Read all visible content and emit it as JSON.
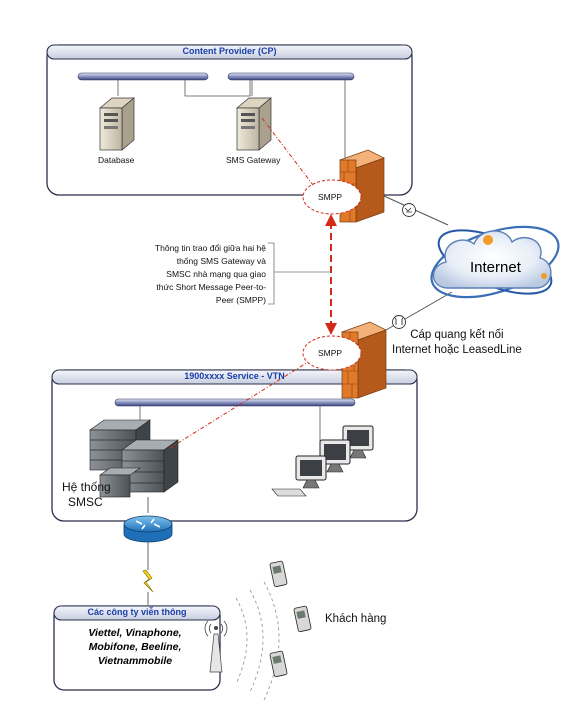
{
  "cp_panel": {
    "title": "Content Provider (CP)"
  },
  "nodes": {
    "database": "Database",
    "sms_gateway": "SMS Gateway",
    "smpp_top": "SMPP",
    "smpp_bottom": "SMPP",
    "internet": "Internet",
    "smsc_line1": "Hệ thống",
    "smsc_line2": "SMSC",
    "customers": "Khách hàng"
  },
  "smpp_note": [
    "Thông tin trao đổi giữa hai hệ",
    "thống SMS Gateway và",
    "SMSC nhà mạng qua giao",
    "thức Short Message Peer-to-",
    "Peer (SMPP)"
  ],
  "fiber_note": [
    "Cáp quang kết nối",
    "Internet hoặc LeasedLine"
  ],
  "vtn_panel": {
    "title": "1900xxxx Service - VTN"
  },
  "telco_panel": {
    "title": "Các công ty viễn thông",
    "operators": [
      "Viettel, Vinaphone,",
      "Mobifone, Beeline,",
      "Vietnammobile"
    ]
  },
  "colors": {
    "panel_border": "#2a2f4a",
    "title_text": "#1a3fa8",
    "smpp_link": "#d42a1a",
    "firewall": "#e07a2a",
    "server": "#6e7378",
    "cloud": "#3b6fb8"
  }
}
